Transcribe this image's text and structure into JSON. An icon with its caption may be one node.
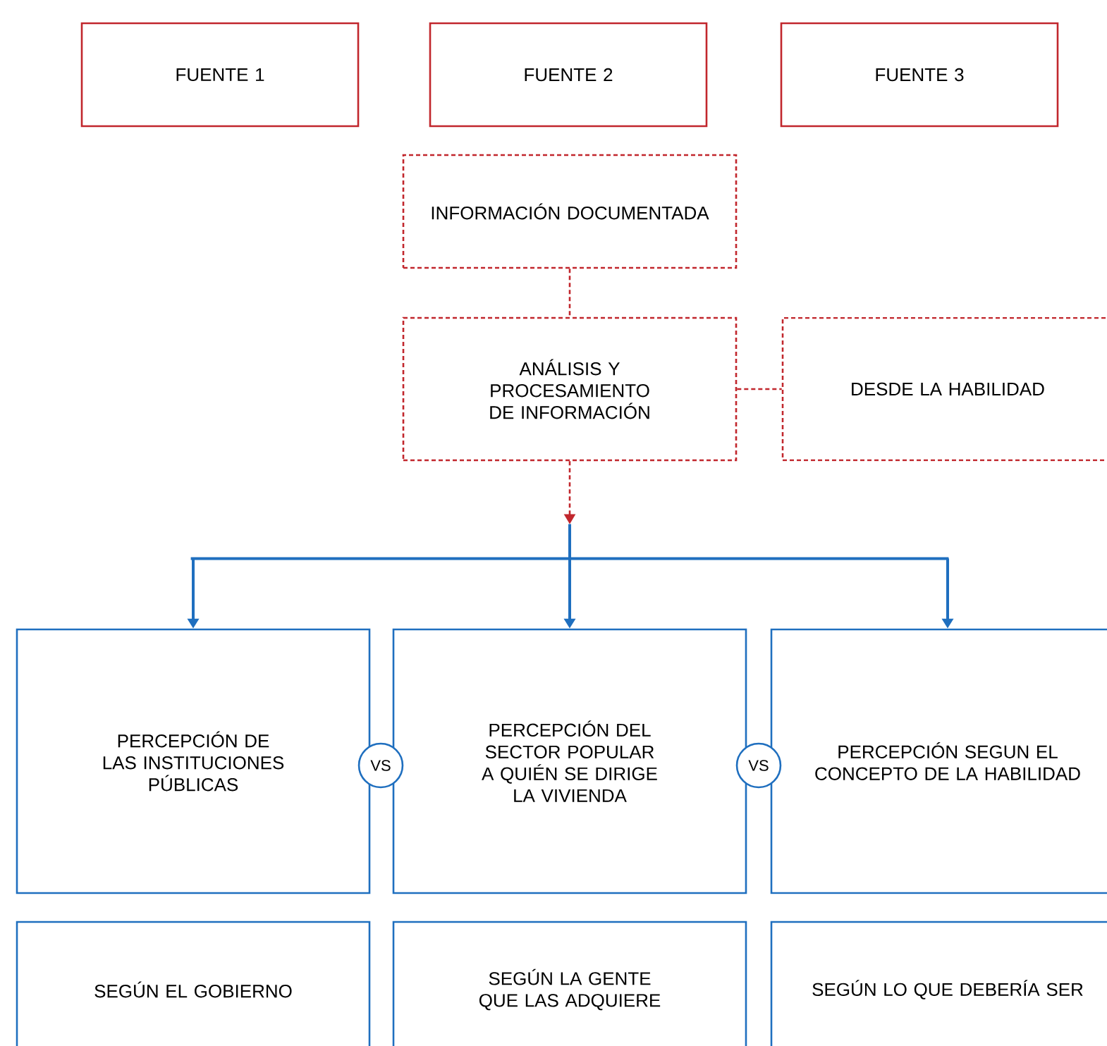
{
  "diagram": {
    "nodes": [
      {
        "text": [
          "FUENTE 1"
        ]
      },
      {
        "text": [
          "FUENTE 2"
        ]
      },
      {
        "text": [
          "FUENTE 3"
        ]
      },
      {
        "text": [
          "INFORMACIÓN DOCUMENTADA"
        ]
      },
      {
        "text": [
          "ANÁLISIS Y PROCESAMIENTO DE INFORMACIÓN"
        ]
      },
      {
        "text": [
          "DESDE LA HABILIDAD"
        ]
      },
      {
        "text": [
          "PERCEPCIÓN DE LAS INSTITUCIONES PÚBLICAS"
        ]
      },
      {
        "text": [
          "PERCEPCIÓN DEL SECTOR POPULAR A QUIÉN SE DIRIGE LA VIVIENDA"
        ]
      },
      {
        "text": [
          "PERCEPCIÓN SEGUN EL CONCEPTO DE LA HABILIDAD"
        ]
      },
      {
        "text": [
          "SEGÚN EL GOBIERNO"
        ]
      },
      {
        "text": [
          "SEGÚN LA GENTE QUE LAS ADQUIERE"
        ]
      },
      {
        "text": [
          "SEGÚN LO QUE DEBERÍA SER"
        ]
      },
      {
        "text": [
          "VS"
        ]
      },
      {
        "text": [
          "VS"
        ]
      },
      {
        "text": [],
        "shape": "bar"
      }
    ],
    "edges": [
      {
        "from": 3,
        "to": 4,
        "arrow": "none",
        "style": "dashed",
        "color": "#c1272d"
      },
      {
        "from": 4,
        "to": 5,
        "arrow": "none",
        "style": "dashed",
        "color": "#c1272d"
      },
      {
        "from": 4,
        "to": 14,
        "arrow": "to",
        "style": "dashed",
        "color": "#c1272d"
      },
      {
        "from": 14,
        "to": 6,
        "arrow": "to",
        "color": "#1f6fbf"
      },
      {
        "from": 14,
        "to": 7,
        "arrow": "to",
        "color": "#1f6fbf"
      },
      {
        "from": 14,
        "to": 8,
        "arrow": "to",
        "color": "#1f6fbf"
      }
    ]
  }
}
